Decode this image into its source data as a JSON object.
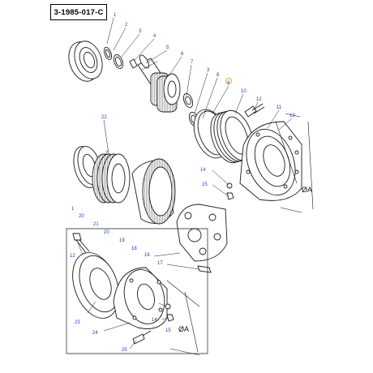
{
  "drawing_ref": "3-1985-017-C",
  "parts": {
    "p1a": "1",
    "p2a": "2",
    "p3a": "3",
    "p4": "4",
    "p5": "5",
    "p6": "6",
    "p7": "7",
    "p3b": "3",
    "p8": "8",
    "p9": "9",
    "p10": "10",
    "p12a": "12",
    "p11": "11",
    "p13": "13",
    "p14": "14",
    "p15": "15",
    "p22": "22",
    "p2b": "2",
    "p1b": "1",
    "p20a": "20",
    "p21": "21",
    "p20b": "20",
    "p19": "19",
    "p18": "18",
    "p16": "16",
    "p17": "17",
    "p12b": "12",
    "p23": "23",
    "p24": "24",
    "p25": "25",
    "p14b": "14",
    "p15b": "15"
  },
  "axis_labels": {
    "upper": "ØA",
    "lower": "ØA"
  },
  "colors": {
    "callout": "#1a3fc6",
    "highlight": "#f2b01e",
    "line": "#1a1a1a"
  }
}
